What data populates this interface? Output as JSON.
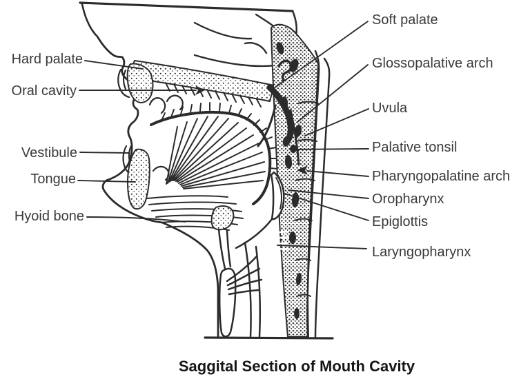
{
  "title": "Saggital Section of Mouth Cavity",
  "labels": {
    "left": [
      {
        "id": "hard-palate",
        "text": "Hard palate"
      },
      {
        "id": "oral-cavity",
        "text": "Oral cavity"
      },
      {
        "id": "vestibule",
        "text": "Vestibule"
      },
      {
        "id": "tongue",
        "text": "Tongue"
      },
      {
        "id": "hyoid-bone",
        "text": "Hyoid bone"
      }
    ],
    "right": [
      {
        "id": "soft-palate",
        "text": "Soft palate"
      },
      {
        "id": "glossopalative-arch",
        "text": "Glossopalative arch"
      },
      {
        "id": "uvula",
        "text": "Uvula"
      },
      {
        "id": "palative-tonsil",
        "text": "Palative tonsil"
      },
      {
        "id": "pharyngopalatine-arch",
        "text": "Pharyngopalatine arch"
      },
      {
        "id": "oropharynx",
        "text": "Oropharynx"
      },
      {
        "id": "epiglottis",
        "text": "Epiglottis"
      },
      {
        "id": "laryngopharynx",
        "text": "Laryngopharynx"
      }
    ]
  },
  "colors": {
    "ink": "#2b2b2b",
    "label_text": "#3a3a3a",
    "title_text": "#161616",
    "background": "#ffffff"
  }
}
